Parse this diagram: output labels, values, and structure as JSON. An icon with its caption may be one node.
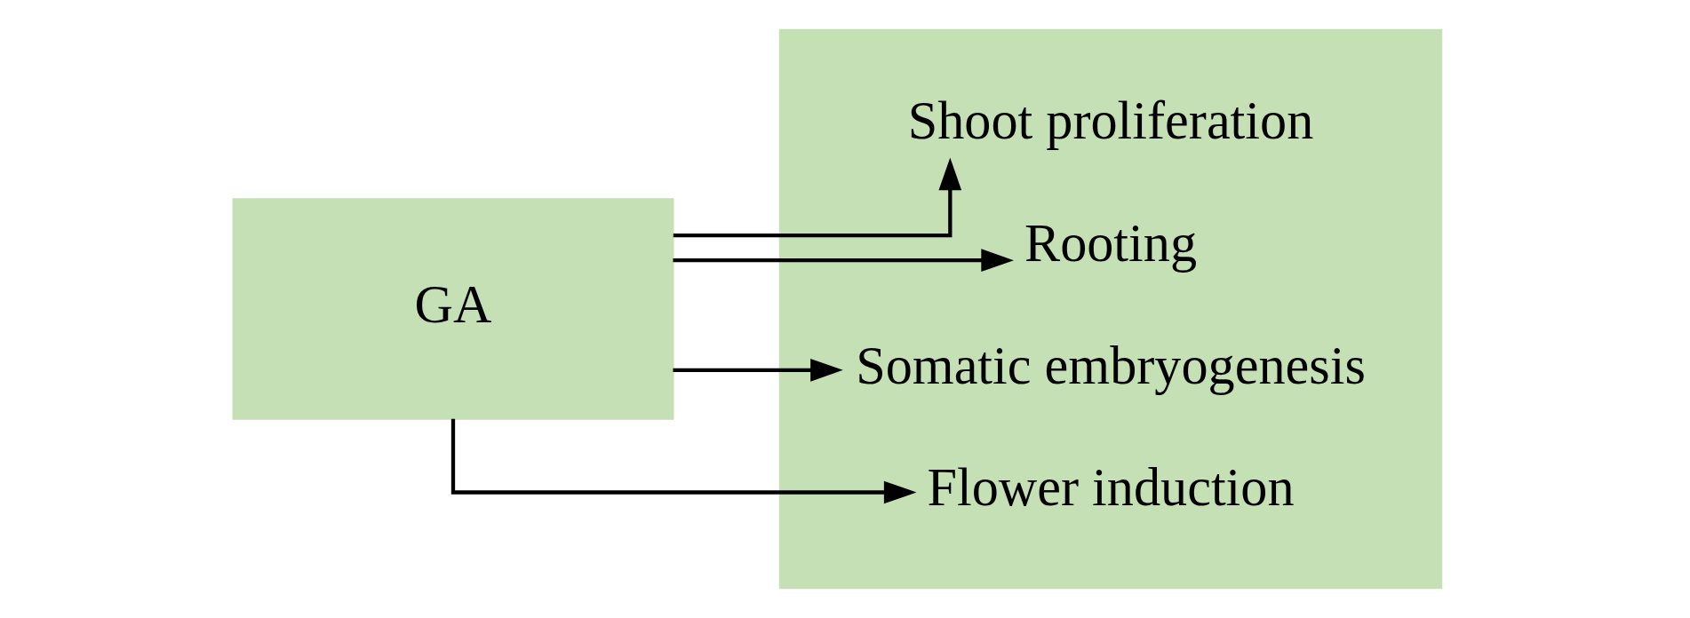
{
  "diagram": {
    "nodes": [
      {
        "text": [
          "GA"
        ]
      },
      {
        "text": [],
        "shape": "box"
      },
      {
        "text": [
          "Shoot proliferation"
        ],
        "in": 1
      },
      {
        "text": [
          "Rooting"
        ],
        "in": 1
      },
      {
        "text": [
          "Somatic embryogenesis"
        ],
        "in": 1
      },
      {
        "text": [
          "Flower induction"
        ],
        "in": 1
      }
    ],
    "edges": [
      {
        "from": 0,
        "to": 2,
        "arrow": "to"
      },
      {
        "from": 0,
        "to": 3,
        "arrow": "to"
      },
      {
        "from": 0,
        "to": 4,
        "arrow": "to"
      },
      {
        "from": 0,
        "to": 5,
        "arrow": "to"
      }
    ]
  }
}
